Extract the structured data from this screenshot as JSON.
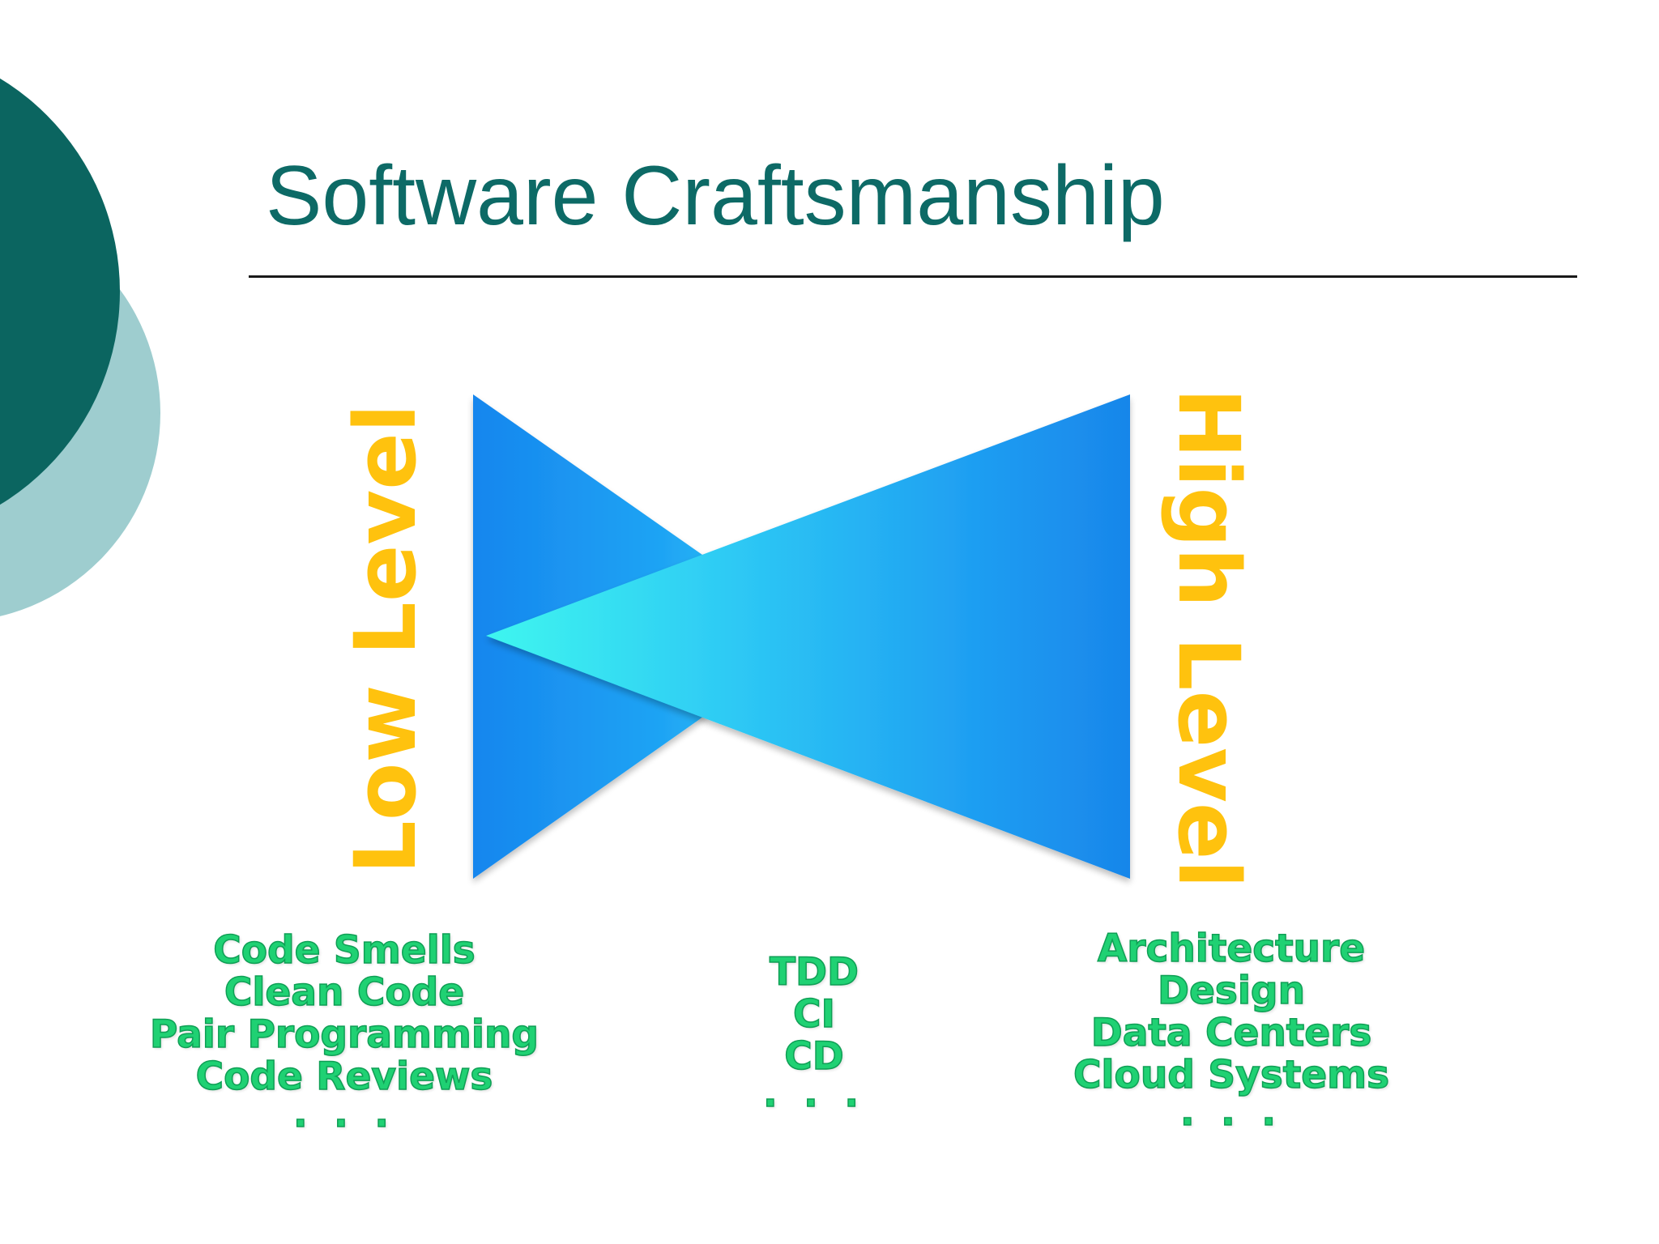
{
  "slide": {
    "title": "Software Craftsmanship",
    "low_label": "Low Level",
    "high_label": "High Level"
  },
  "groups": {
    "low": {
      "items": [
        "Code Smells",
        "Clean Code",
        "Pair Programming",
        "Code Reviews"
      ],
      "ellipsis": ". . ."
    },
    "mid": {
      "items": [
        "TDD",
        "CI",
        "CD"
      ],
      "ellipsis": ". . ."
    },
    "high": {
      "items": [
        "Architecture",
        "Design",
        "Data Centers",
        "Cloud Systems"
      ],
      "ellipsis": ". . ."
    }
  },
  "colors": {
    "title": "#0d6a66",
    "deco_dark": "#0b6560",
    "deco_light": "#9ecdcf",
    "label_yellow": "#ffc20e",
    "item_green": "#1fd173",
    "triangle_blue": "#1a8ef0",
    "triangle_cyan": "#3af2f0"
  },
  "icons": {
    "left_triangle": "triangle-pointing-right",
    "right_triangle": "triangle-pointing-left"
  }
}
